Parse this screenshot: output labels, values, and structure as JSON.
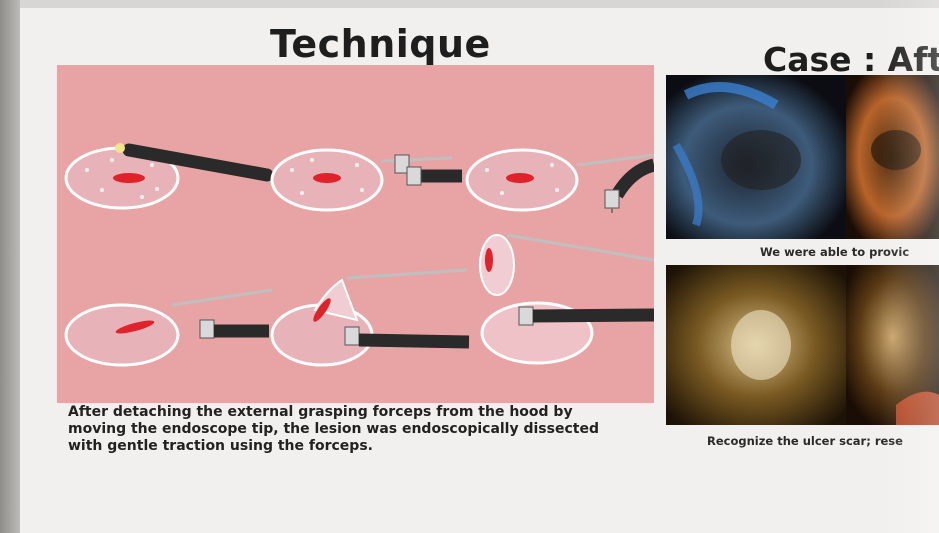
{
  "slide": {
    "technique_title": "Technique",
    "case_title": "Case : Aft",
    "caption_lines": [
      "After detaching the external grasping forceps from the hood by",
      "moving the endoscope tip, the lesion was endoscopically dissected",
      "with gentle traction using the forceps."
    ],
    "photo_caption_top": "We were able to provic",
    "photo_caption_bottom": "Recognize the ulcer scar; rese"
  },
  "colors": {
    "diagram_background": "#e8a4a4",
    "lesion": "#e0222a",
    "endoscope": "#2a2a2a",
    "mucosa": "#e7b3b8"
  }
}
